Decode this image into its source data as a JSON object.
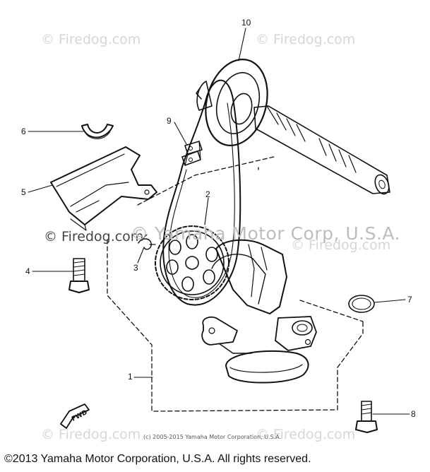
{
  "watermarks": {
    "firedog": "© Firedog.com",
    "firedog_alt": "© Firedog.com",
    "yamaha": "© Yamaha Motor Corp, U.S.A."
  },
  "labels": {
    "p1": "1",
    "p2": "2",
    "p3": "3",
    "p4": "4",
    "p5": "5",
    "p6": "6",
    "p7": "7",
    "p8": "8",
    "p9": "9",
    "p10": "10"
  },
  "arrow_text": "FWD",
  "small_copyright": "(c) 2005-2015 Yamaha Motor Corporation, U.S.A.",
  "footer": "©2013 Yamaha Motor Corporation, U.S.A. All rights reserved."
}
